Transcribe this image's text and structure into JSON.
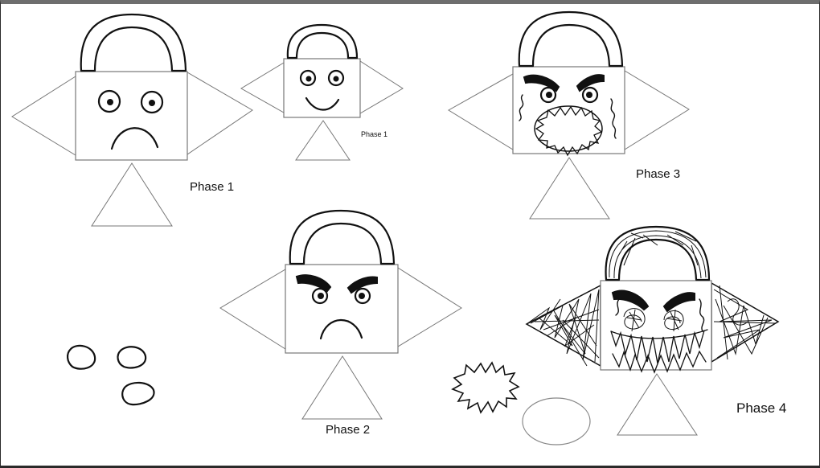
{
  "labels": {
    "phase1_large": "Phase 1",
    "phase1_small": "Phase 1",
    "phase2": "Phase 2",
    "phase3": "Phase 3",
    "phase4": "Phase 4"
  },
  "colors": {
    "ink": "#111111",
    "outline": "#777777",
    "background": "#ffffff",
    "frame_top": "#6e6e6e"
  }
}
